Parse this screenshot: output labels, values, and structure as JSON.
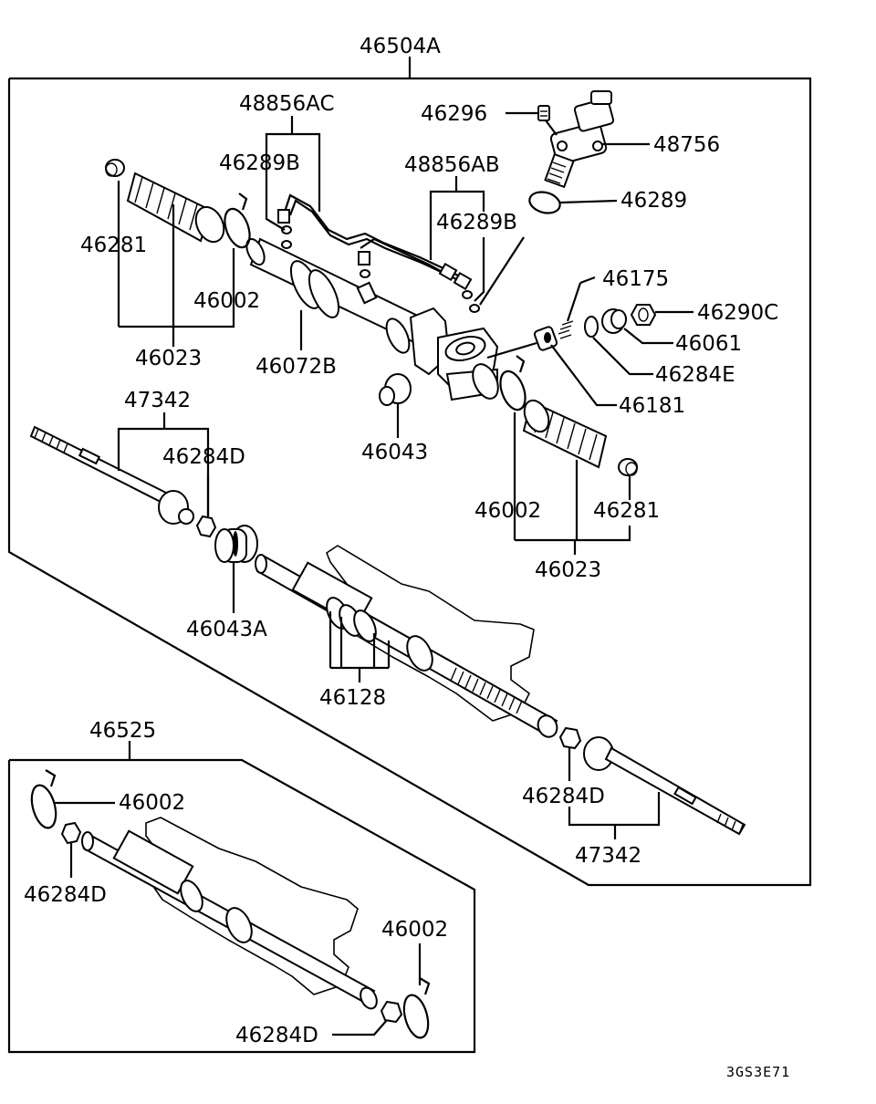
{
  "labels": {
    "main_assembly": "46504A",
    "pipe_ac": "48856AC",
    "oring_left": "46289B",
    "bolt": "46296",
    "valve": "48756",
    "valve_oring": "46289",
    "pipe_ab": "48856AB",
    "oring_right": "46289B",
    "boot_band_left": "46281",
    "clip_left": "46002",
    "boot_left_set": "46023",
    "tube_sleeve": "46072B",
    "spring": "46175",
    "plug_nut": "46290C",
    "cover": "46061",
    "washer_e": "46284E",
    "yoke": "46181",
    "mount_bush": "46043",
    "clip_right": "46002",
    "boot_band_right": "46281",
    "boot_right_set": "46023",
    "tie_rod_left": "47342",
    "washer_d_left": "46284D",
    "mount_bush_a": "46043A",
    "seal_set": "46128",
    "washer_d_right": "46284D",
    "tie_rod_right": "47342",
    "boot_kit": "46525",
    "kit_clip_left": "46002",
    "kit_washer_left": "46284D",
    "kit_clip_right": "46002",
    "kit_washer_right": "46284D"
  },
  "footer": {
    "diagram_code": "3GS3E71"
  }
}
